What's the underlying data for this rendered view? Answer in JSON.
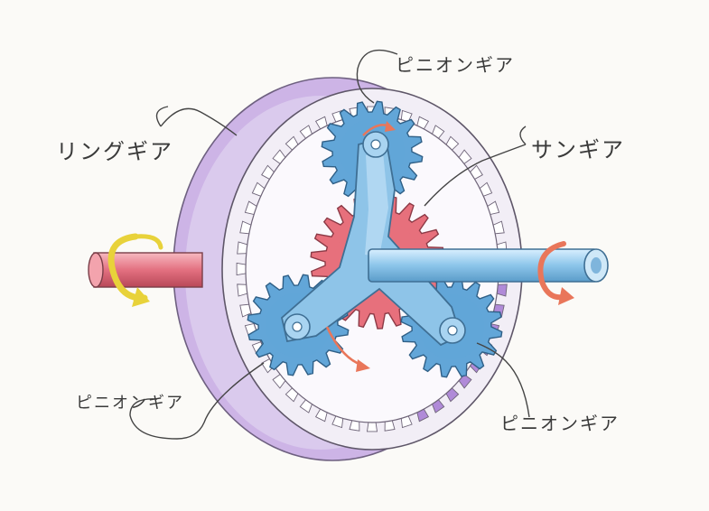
{
  "labels": {
    "ring_gear": "リングギア",
    "pinion_gear_top": "ピニオンギア",
    "sun_gear": "サンギア",
    "pinion_gear_left": "ピニオンギア",
    "pinion_gear_right": "ピニオンギア"
  },
  "colors": {
    "ring_housing": "#c9b0e4",
    "ring_teeth": "#b08ad8",
    "sun_gear": "#e7707c",
    "pinion_gear": "#62a6d8",
    "carrier": "#8fc3e6",
    "input_shaft": "#dd6a78",
    "output_shaft": "#8fc7ea",
    "arrow_yellow": "#e8d23a",
    "arrow_orange": "#e9765a"
  },
  "icons": {
    "input_rotation": "curved-arrow-icon",
    "output_rotation": "curved-arrow-icon",
    "carrier_rotation": "curved-arrow-icon"
  }
}
